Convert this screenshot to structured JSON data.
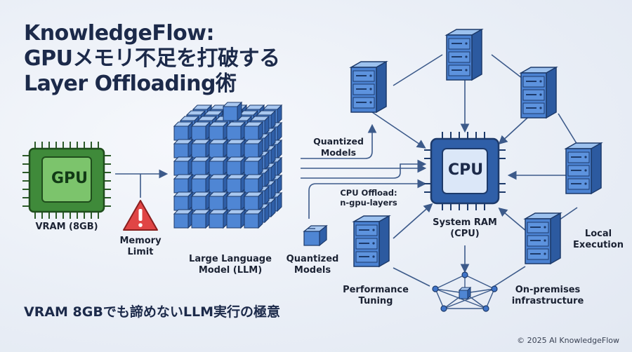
{
  "title": {
    "line1": "KnowledgeFlow:",
    "line2": "GPUメモリ不足を打破する",
    "line3": "Layer Offloading術"
  },
  "subtitle": "VRAM 8GBでも諦めないLLM実行の極意",
  "copyright": "© 2025 AI KnowledgeFlow",
  "gpu": {
    "chip_text": "GPU",
    "label": "VRAM (8GB)"
  },
  "warning": {
    "label_line1": "Memory",
    "label_line2": "Limit"
  },
  "llm": {
    "label_line1": "Large Language",
    "label_line2": "Model (LLM)"
  },
  "quantized_small": {
    "label_line1": "Quantized",
    "label_line2": "Models"
  },
  "quantized_top": {
    "label_line1": "Quantized",
    "label_line2": "Models"
  },
  "cpu_offload": {
    "label_line1": "CPU Offload:",
    "label_line2": "n-gpu-layers"
  },
  "cpu": {
    "chip_text": "CPU",
    "label_line1": "System RAM",
    "label_line2": "(CPU)"
  },
  "local_execution": {
    "label_line1": "Local",
    "label_line2": "Execution"
  },
  "performance": {
    "label_line1": "Performance",
    "label_line2": "Tuning"
  },
  "onprem": {
    "label_line1": "On-premises",
    "label_line2": "infrastructure"
  },
  "colors": {
    "navy": "#1c2a4a",
    "server_blue": "#3f74c8",
    "gpu_green": "#4f9a45",
    "warning_red": "#d93a3a"
  }
}
